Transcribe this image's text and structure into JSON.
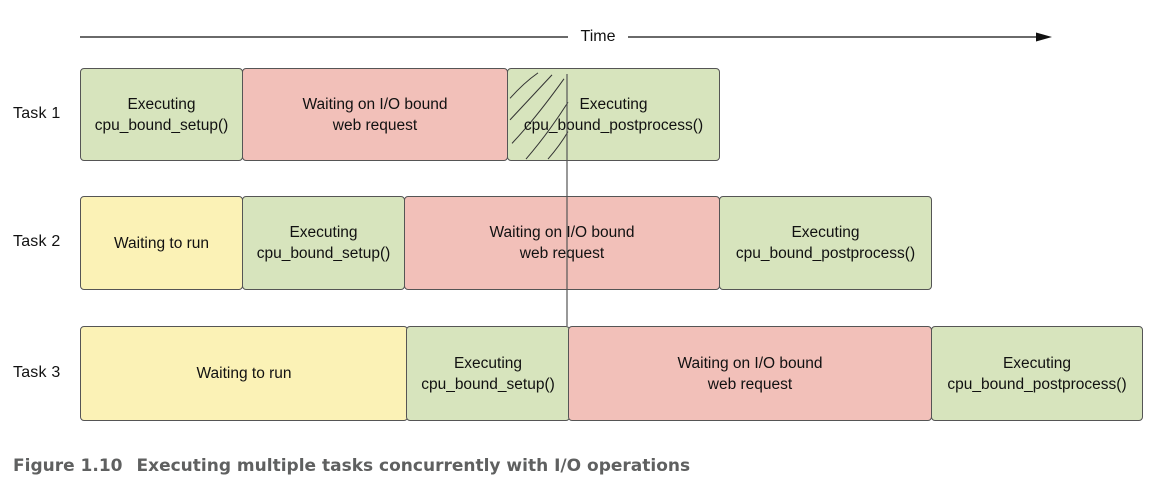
{
  "time_label": "Time",
  "tasks": [
    {
      "label": "Task 1",
      "segments": [
        {
          "state": "exec",
          "line1": "Executing",
          "line2": "cpu_bound_setup()"
        },
        {
          "state": "wait-io",
          "line1": "Waiting on I/O bound",
          "line2": "web request"
        },
        {
          "state": "exec",
          "line1": "Executing",
          "line2": "cpu_bound_postprocess()"
        }
      ]
    },
    {
      "label": "Task 2",
      "segments": [
        {
          "state": "wait-run",
          "line1": "Waiting to run"
        },
        {
          "state": "exec",
          "line1": "Executing",
          "line2": "cpu_bound_setup()"
        },
        {
          "state": "wait-io",
          "line1": "Waiting on I/O bound",
          "line2": "web request"
        },
        {
          "state": "exec",
          "line1": "Executing",
          "line2": "cpu_bound_postprocess()"
        }
      ]
    },
    {
      "label": "Task 3",
      "segments": [
        {
          "state": "wait-run",
          "line1": "Waiting to run"
        },
        {
          "state": "exec",
          "line1": "Executing",
          "line2": "cpu_bound_setup()"
        },
        {
          "state": "wait-io",
          "line1": "Waiting on I/O bound",
          "line2": "web request"
        },
        {
          "state": "exec",
          "line1": "Executing",
          "line2": "cpu_bound_postprocess()"
        }
      ]
    }
  ],
  "caption": {
    "number": "Figure 1.10",
    "text": "Executing multiple tasks concurrently with I/O operations"
  },
  "colors": {
    "exec": "#d7e4bd",
    "wait_io": "#f2c0b9",
    "wait_run": "#fbf2b6",
    "border": "#555555",
    "caption": "#5f6060"
  }
}
